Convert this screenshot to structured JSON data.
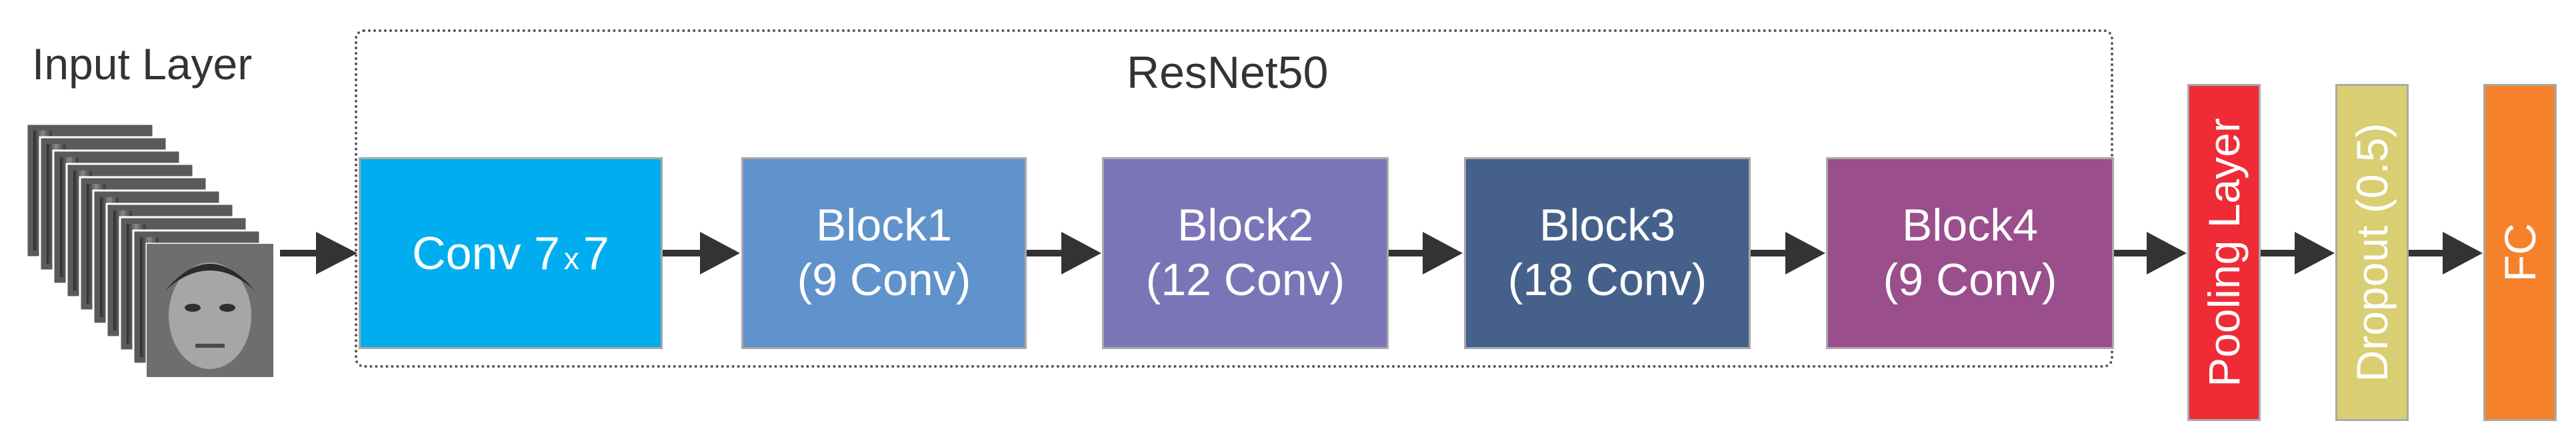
{
  "input_label": "Input Layer",
  "group_label": "ResNet50",
  "conv": {
    "main": "Conv 7",
    "x": "x",
    "k": "7"
  },
  "blocks": [
    {
      "title": "Block1",
      "sub": "(9 Conv)"
    },
    {
      "title": "Block2",
      "sub": "(12 Conv)"
    },
    {
      "title": "Block3",
      "sub": "(18 Conv)"
    },
    {
      "title": "Block4",
      "sub": "(9 Conv)"
    }
  ],
  "pooling_label": "Pooling Layer",
  "dropout_label": "Dropout (0.5)",
  "fc_label": "FC",
  "colors": {
    "conv": "#00aeef",
    "block1": "#6092cb",
    "block2": "#7b75b7",
    "block3": "#45618b",
    "block4": "#9a4e8c",
    "pooling": "#ef2b36",
    "dropout": "#d9ce72",
    "fc": "#f5822a",
    "arrow": "#333333"
  }
}
